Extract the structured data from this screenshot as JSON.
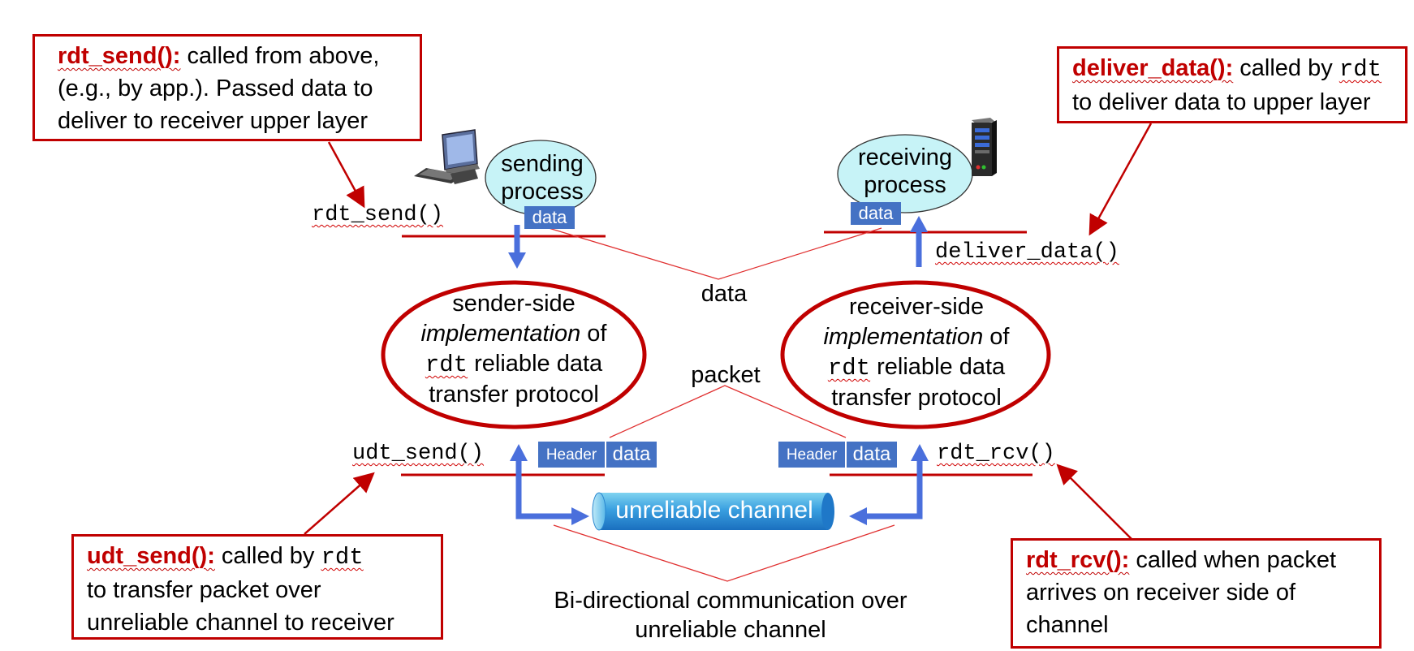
{
  "callouts": {
    "rdt_send": {
      "fn": "rdt_send():",
      "text_line1": " called from above,",
      "text_line2": "(e.g., by app.). Passed data to",
      "text_line3": "deliver to receiver upper layer"
    },
    "deliver_data": {
      "fn": "deliver_data():",
      "text_line1": " called by ",
      "code": "rdt",
      "text_line2": "to deliver data to upper layer"
    },
    "udt_send": {
      "fn": "udt_send():",
      "text_line1": " called by ",
      "code": "rdt",
      "text_line2": "to transfer packet over",
      "text_line3": "unreliable channel to receiver"
    },
    "rdt_rcv": {
      "fn": "rdt_rcv():",
      "text_line1": " called when packet",
      "text_line2": "arrives on receiver side of",
      "text_line3": "channel"
    }
  },
  "processes": {
    "sending": {
      "line1": "sending",
      "line2": "process"
    },
    "receiving": {
      "line1": "receiving",
      "line2": "process"
    }
  },
  "functions": {
    "rdt_send": "rdt_send()",
    "deliver_data": "deliver_data()",
    "udt_send": "udt_send()",
    "rdt_rcv": "rdt_rcv()"
  },
  "sender_impl": {
    "line1": "sender-side",
    "line2_italic": "implementation",
    "line2_rest": " of",
    "line3_code": "rdt",
    "line3_rest": " reliable data",
    "line4": "transfer protocol"
  },
  "receiver_impl": {
    "line1": "receiver-side",
    "line2_italic": "implementation",
    "line2_rest": " of",
    "line3_code": "rdt",
    "line3_rest": "  reliable data",
    "line4": "transfer protocol"
  },
  "labels": {
    "data": "data",
    "packet": "packet",
    "bidirectional_line1": "Bi-directional communication over",
    "bidirectional_line2": "unreliable channel"
  },
  "boxes": {
    "data": "data",
    "header": "Header"
  },
  "channel": {
    "label": "unreliable channel"
  },
  "colors": {
    "accent_red": "#c00000",
    "blue": "#4472c4",
    "arrow_blue": "#4a6fdc",
    "bubble": "#c7f3f7"
  },
  "icons": [
    "desktop-computer-icon",
    "server-tower-icon"
  ]
}
